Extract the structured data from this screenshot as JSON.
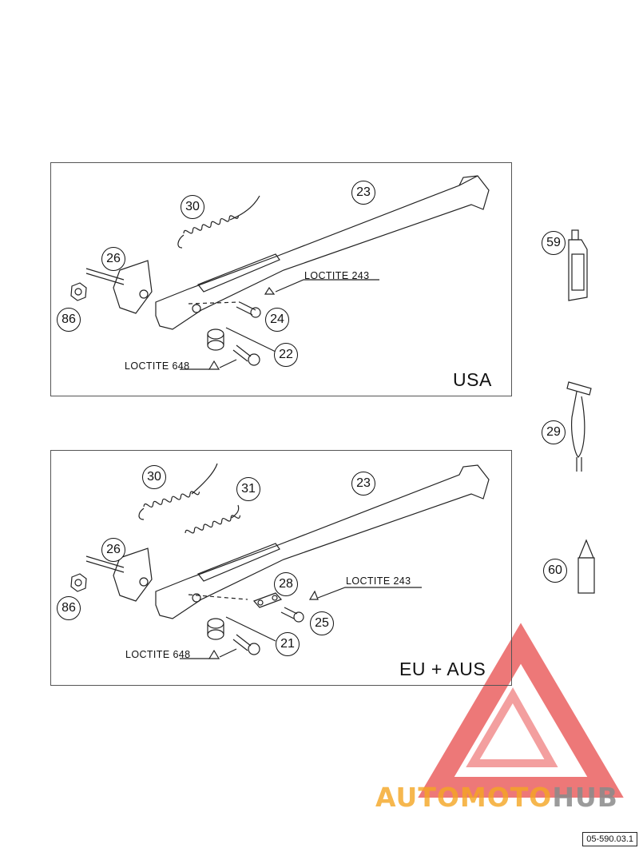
{
  "usa_panel": {
    "region_label": "USA",
    "loctite_top": "LOCTITE 243",
    "loctite_bottom": "LOCTITE 648",
    "callouts": {
      "p30": "30",
      "p23": "23",
      "p26": "26",
      "p86": "86",
      "p24": "24",
      "p22": "22"
    }
  },
  "eu_panel": {
    "region_label": "EU + AUS",
    "loctite_top": "LOCTITE 243",
    "loctite_bottom": "LOCTITE 648",
    "callouts": {
      "p30": "30",
      "p31": "31",
      "p23": "23",
      "p26": "26",
      "p86": "86",
      "p28": "28",
      "p25": "25",
      "p21": "21"
    }
  },
  "side_parts": {
    "p59": "59",
    "p29": "29",
    "p60": "60"
  },
  "watermark": {
    "auto": "AUTO",
    "moto": "MOTO",
    "hub": "HUB"
  },
  "document_ref": "05-590.03.1",
  "colors": {
    "watermark_red": "#e74c4c",
    "watermark_orange": "#f5a623",
    "watermark_gray": "#888888",
    "line": "#222222"
  }
}
